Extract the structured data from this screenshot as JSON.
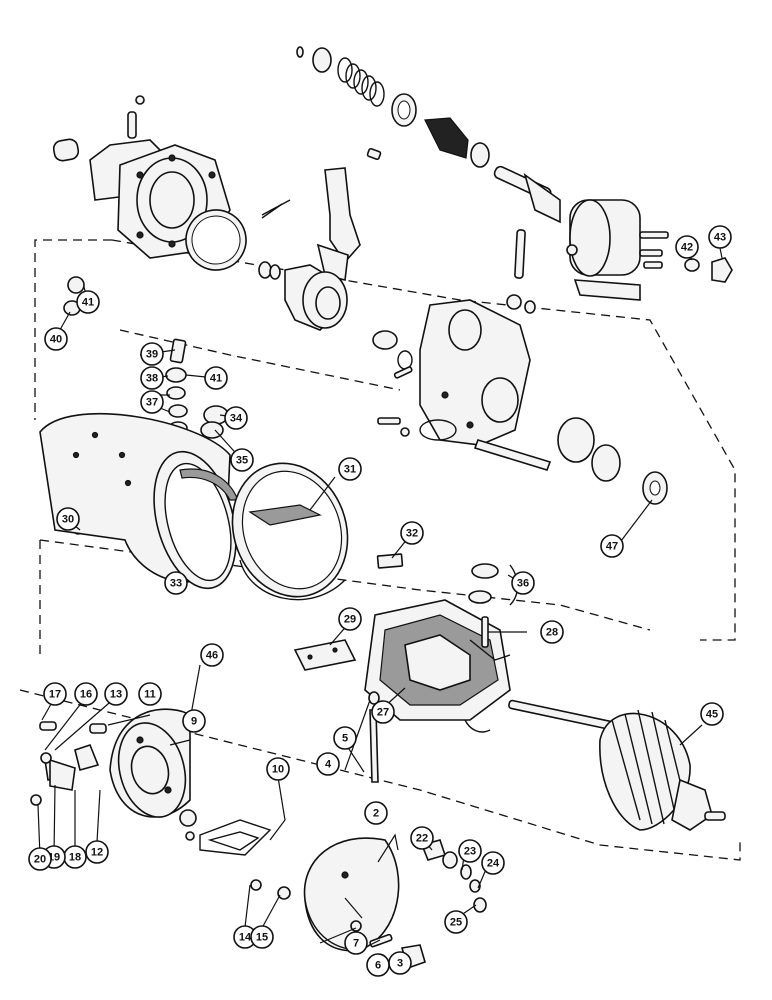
{
  "callouts": [
    {
      "label": "2"
    },
    {
      "label": "3"
    },
    {
      "label": "4"
    },
    {
      "label": "5"
    },
    {
      "label": "6"
    },
    {
      "label": "7"
    },
    {
      "label": "9"
    },
    {
      "label": "10"
    },
    {
      "label": "11"
    },
    {
      "label": "12"
    },
    {
      "label": "13"
    },
    {
      "label": "14"
    },
    {
      "label": "15"
    },
    {
      "label": "16"
    },
    {
      "label": "17"
    },
    {
      "label": "18"
    },
    {
      "label": "19"
    },
    {
      "label": "20"
    },
    {
      "label": "22"
    },
    {
      "label": "23"
    },
    {
      "label": "24"
    },
    {
      "label": "25"
    },
    {
      "label": "27"
    },
    {
      "label": "28"
    },
    {
      "label": "29"
    },
    {
      "label": "30"
    },
    {
      "label": "31"
    },
    {
      "label": "32"
    },
    {
      "label": "33"
    },
    {
      "label": "34"
    },
    {
      "label": "35"
    },
    {
      "label": "36"
    },
    {
      "label": "37"
    },
    {
      "label": "38"
    },
    {
      "label": "39"
    },
    {
      "label": "40"
    },
    {
      "label": "41"
    },
    {
      "label": "41"
    },
    {
      "label": "42"
    },
    {
      "label": "43"
    },
    {
      "label": "45"
    },
    {
      "label": "46"
    },
    {
      "label": "47"
    }
  ]
}
